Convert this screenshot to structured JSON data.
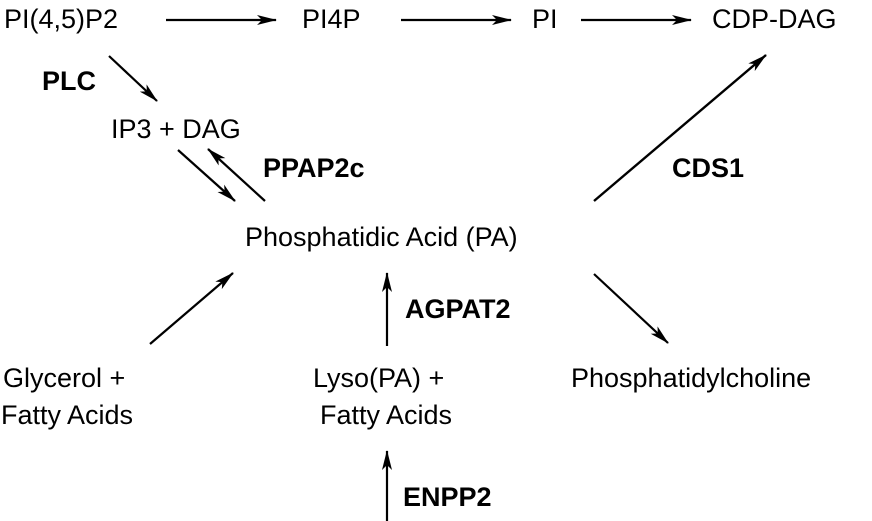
{
  "diagram": {
    "title": "Phosphatidic acid metabolism pathway",
    "nodes": {
      "pip2": "PI(4,5)P2",
      "pi4p": "PI4P",
      "pi": "PI",
      "cdpdag": "CDP-DAG",
      "ip3dag": "IP3 + DAG",
      "pa": "Phosphatidic Acid (PA)",
      "glycerol_line1": "Glycerol +",
      "glycerol_line2": "Fatty Acids",
      "lyso_line1": "Lyso(PA) +",
      "lyso_line2": "Fatty Acids",
      "pc": "Phosphatidylcholine"
    },
    "enzymes": {
      "plc": "PLC",
      "ppap2c": "PPAP2c",
      "cds1": "CDS1",
      "agpat2": "AGPAT2",
      "enpp2": "ENPP2"
    },
    "edges": [
      {
        "from": "PI(4,5)P2",
        "to": "PI4P",
        "enzyme": ""
      },
      {
        "from": "PI4P",
        "to": "PI",
        "enzyme": ""
      },
      {
        "from": "PI",
        "to": "CDP-DAG",
        "enzyme": ""
      },
      {
        "from": "PI(4,5)P2",
        "to": "IP3 + DAG",
        "enzyme": "PLC"
      },
      {
        "from": "IP3 + DAG",
        "to": "Phosphatidic Acid (PA)",
        "enzyme": ""
      },
      {
        "from": "Phosphatidic Acid (PA)",
        "to": "IP3 + DAG",
        "enzyme": "PPAP2c"
      },
      {
        "from": "Phosphatidic Acid (PA)",
        "to": "CDP-DAG",
        "enzyme": "CDS1"
      },
      {
        "from": "Glycerol + Fatty Acids",
        "to": "Phosphatidic Acid (PA)",
        "enzyme": ""
      },
      {
        "from": "Lyso(PA) + Fatty Acids",
        "to": "Phosphatidic Acid (PA)",
        "enzyme": "AGPAT2"
      },
      {
        "from": "Phosphatidic Acid (PA)",
        "to": "Phosphatidylcholine",
        "enzyme": ""
      },
      {
        "from": "(upstream)",
        "to": "Lyso(PA) + Fatty Acids",
        "enzyme": "ENPP2"
      }
    ]
  }
}
